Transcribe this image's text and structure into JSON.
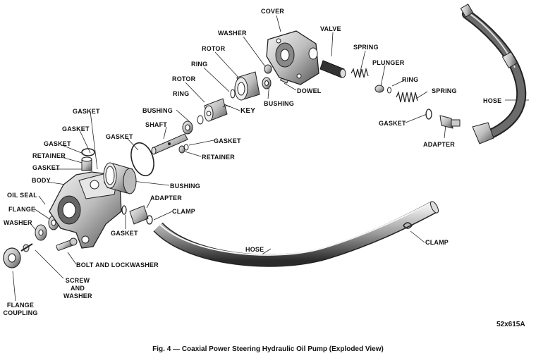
{
  "labels": {
    "cover": "COVER",
    "washer_top": "WASHER",
    "valve": "VALVE",
    "rotor_1": "ROTOR",
    "spring_1": "SPRING",
    "ring_1": "RING",
    "plunger": "PLUNGER",
    "rotor_2": "ROTOR",
    "ring_2": "RING",
    "dowel": "DOWEL",
    "hose_top": "HOSE",
    "ring_3": "RING",
    "spring_2": "SPRING",
    "bushing_1": "BUSHING",
    "key": "KEY",
    "gasket_1": "GASKET",
    "bushing_2": "BUSHING",
    "gasket_2": "GASKET",
    "gasket_3": "GASKET",
    "shaft": "SHAFT",
    "adapter_1": "ADAPTER",
    "gasket_4": "GASKET",
    "gasket_5": "GASKET",
    "retainer_1": "RETAINER",
    "retainer_2": "RETAINER",
    "gasket_6": "GASKET",
    "body": "BODY",
    "bushing_3": "BUSHING",
    "adapter_2": "ADAPTER",
    "oil_seal": "OIL SEAL",
    "clamp_1": "CLAMP",
    "flange": "FLANGE",
    "washer_bottom": "WASHER",
    "gasket_7": "GASKET",
    "clamp_2": "CLAMP",
    "hose_bottom": "HOSE",
    "bolt_and_lockwasher": "BOLT AND LOCKWASHER",
    "screw_and_washer_1": "SCREW",
    "screw_and_washer_2": "AND",
    "screw_and_washer_3": "WASHER",
    "flange_coupling_1": "FLANGE",
    "flange_coupling_2": "COUPLING"
  },
  "figure_number": "52x615A",
  "caption": "Fig. 4 — Coaxial Power Steering Hydraulic Oil Pump (Exploded View)"
}
